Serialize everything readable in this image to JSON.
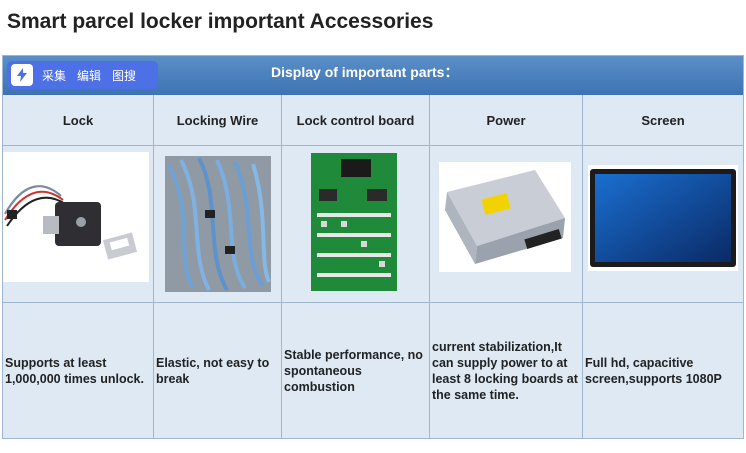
{
  "page": {
    "title": "Smart parcel locker important Accessories"
  },
  "sheet": {
    "banner_title": "Display of important parts："
  },
  "toolbar": {
    "collect_label": "采集",
    "edit_label": "编辑",
    "image_search_label": "图搜"
  },
  "columns": [
    {
      "header": "Lock",
      "description": "Supports at least 1,000,000 times unlock."
    },
    {
      "header": "Locking Wire",
      "description": "Elastic, not easy to break"
    },
    {
      "header": "Lock control board",
      "description": "Stable performance, no spontaneous combustion"
    },
    {
      "header": "Power",
      "description": "current stabilization,It can supply power to at least 8 locking boards at the same time."
    },
    {
      "header": "Screen",
      "description": "Full hd, capacitive screen,supports 1080P"
    }
  ],
  "colors": {
    "banner": "#4a82c0",
    "table_background": "#dfe9f4",
    "toolbar": "#4d70e6",
    "board_green": "#1f8a3a"
  }
}
